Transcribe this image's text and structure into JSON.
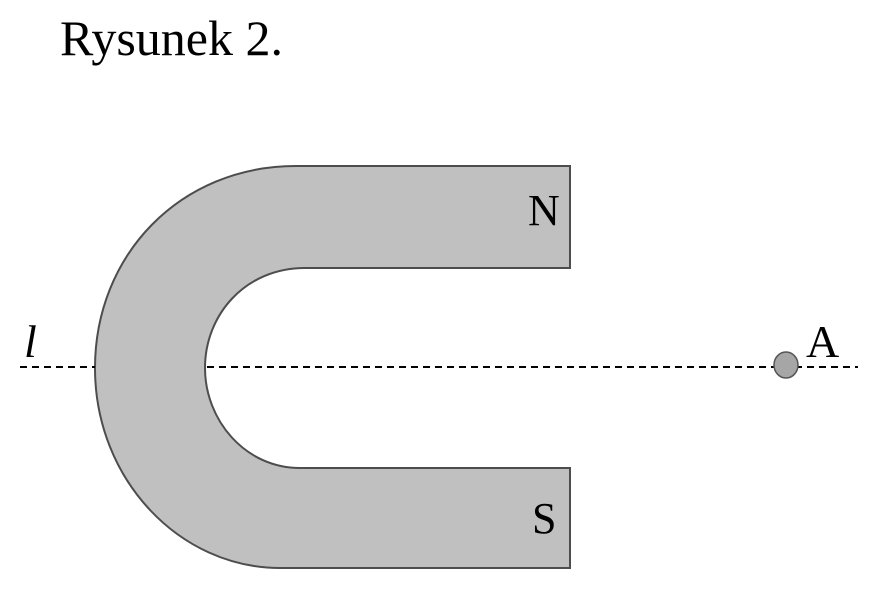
{
  "title": "Rysunek 2.",
  "labels": {
    "line": "l",
    "point": "A",
    "north": "N",
    "south": "S"
  },
  "colors": {
    "magnet_fill": "#c0c0c0",
    "magnet_stroke": "#4d4d4d",
    "point_fill": "#a6a6a6"
  }
}
